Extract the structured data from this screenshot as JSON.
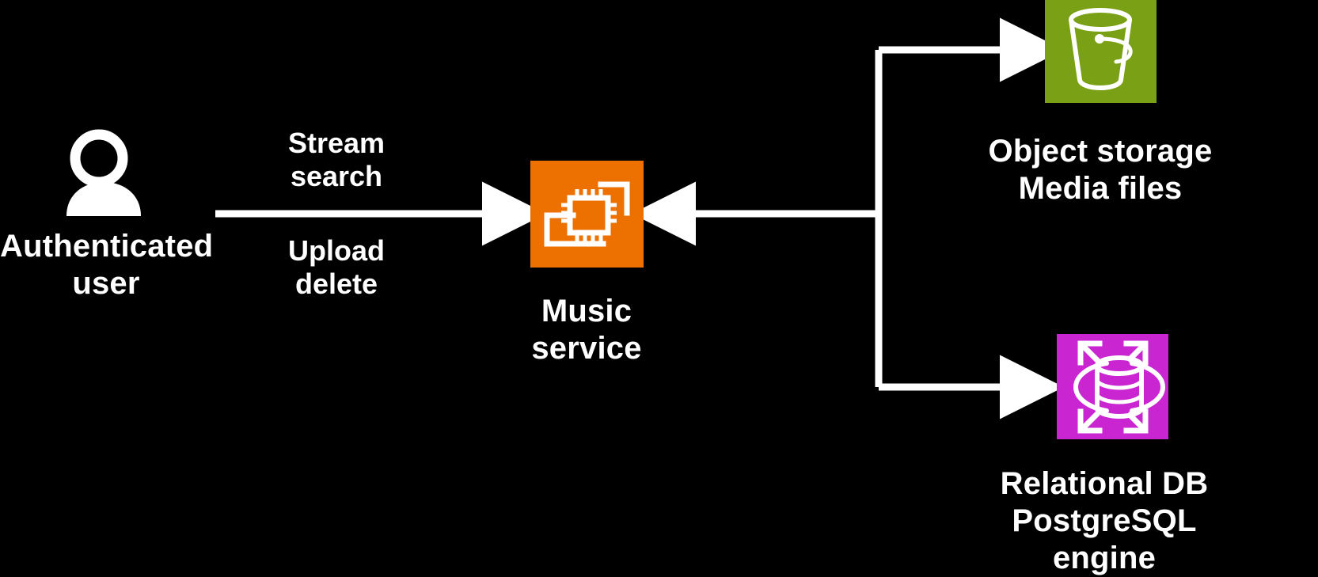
{
  "diagram": {
    "title": "Music service object storage and relational database architecture",
    "background_color": "#000000",
    "line_color": "#ffffff",
    "text_color": "#ffffff"
  },
  "nodes": {
    "user": {
      "icon": "user-person-icon",
      "label_line1": "Authenticated",
      "label_line2": "user",
      "icon_color": "#ffffff"
    },
    "service": {
      "icon": "microservice-chip-icon",
      "label_line1": "Music",
      "label_line2": "service",
      "box_color": "#ed7100",
      "glyph_color": "#ffffff"
    },
    "object_storage": {
      "icon": "s3-bucket-icon",
      "label_line1": "Object storage",
      "label_line2": "Media files",
      "box_color": "#7aa116",
      "glyph_color": "#ffffff"
    },
    "relational_db": {
      "icon": "rds-database-icon",
      "label_line1": "Relational DB",
      "label_line2": "PostgreSQL engine",
      "box_color": "#c925d1",
      "glyph_color": "#ffffff"
    }
  },
  "edges": {
    "user_to_service": {
      "label_top_line1": "Stream",
      "label_top_line2": "search",
      "label_bottom_line1": "Upload",
      "label_bottom_line2": "delete",
      "direction": "right"
    },
    "storage_to_service": {
      "label": "",
      "direction": "left"
    },
    "service_to_storage": {
      "label": "",
      "direction": "right"
    },
    "service_to_db": {
      "label": "",
      "direction": "right"
    }
  }
}
